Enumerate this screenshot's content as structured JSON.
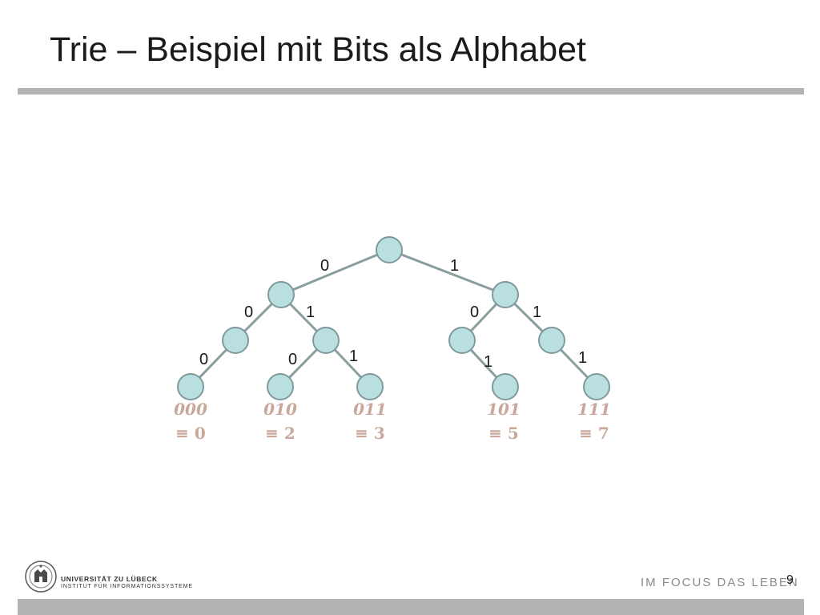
{
  "slide": {
    "title": "Trie – Beispiel mit Bits als Alphabet",
    "page_number": "9"
  },
  "trie": {
    "edge_labels": {
      "root_left": "0",
      "root_right": "1",
      "l_left": "0",
      "l_right": "1",
      "r_left": "0",
      "r_right": "1",
      "ll_left": "0",
      "lr_left": "0",
      "lr_right": "1",
      "rl_right": "1",
      "rr_right": "1"
    },
    "leaves": [
      {
        "code": "000",
        "value": "≡ 0"
      },
      {
        "code": "010",
        "value": "≡ 2"
      },
      {
        "code": "011",
        "value": "≡ 3"
      },
      {
        "code": "101",
        "value": "≡ 5"
      },
      {
        "code": "111",
        "value": "≡ 7"
      }
    ],
    "colors": {
      "node_fill": "#b9dfe0",
      "node_stroke": "#7f9a9c",
      "edge": "#8a9ea0",
      "leaf_text": "#c9a79a"
    }
  },
  "footer": {
    "university": "UNIVERSITÄT ZU LÜBECK",
    "institute": "INSTITUT FÜR INFORMATIONSSYSTEME",
    "slogan": "IM FOCUS DAS LEBEN",
    "logo_icon": "university-seal-icon"
  }
}
